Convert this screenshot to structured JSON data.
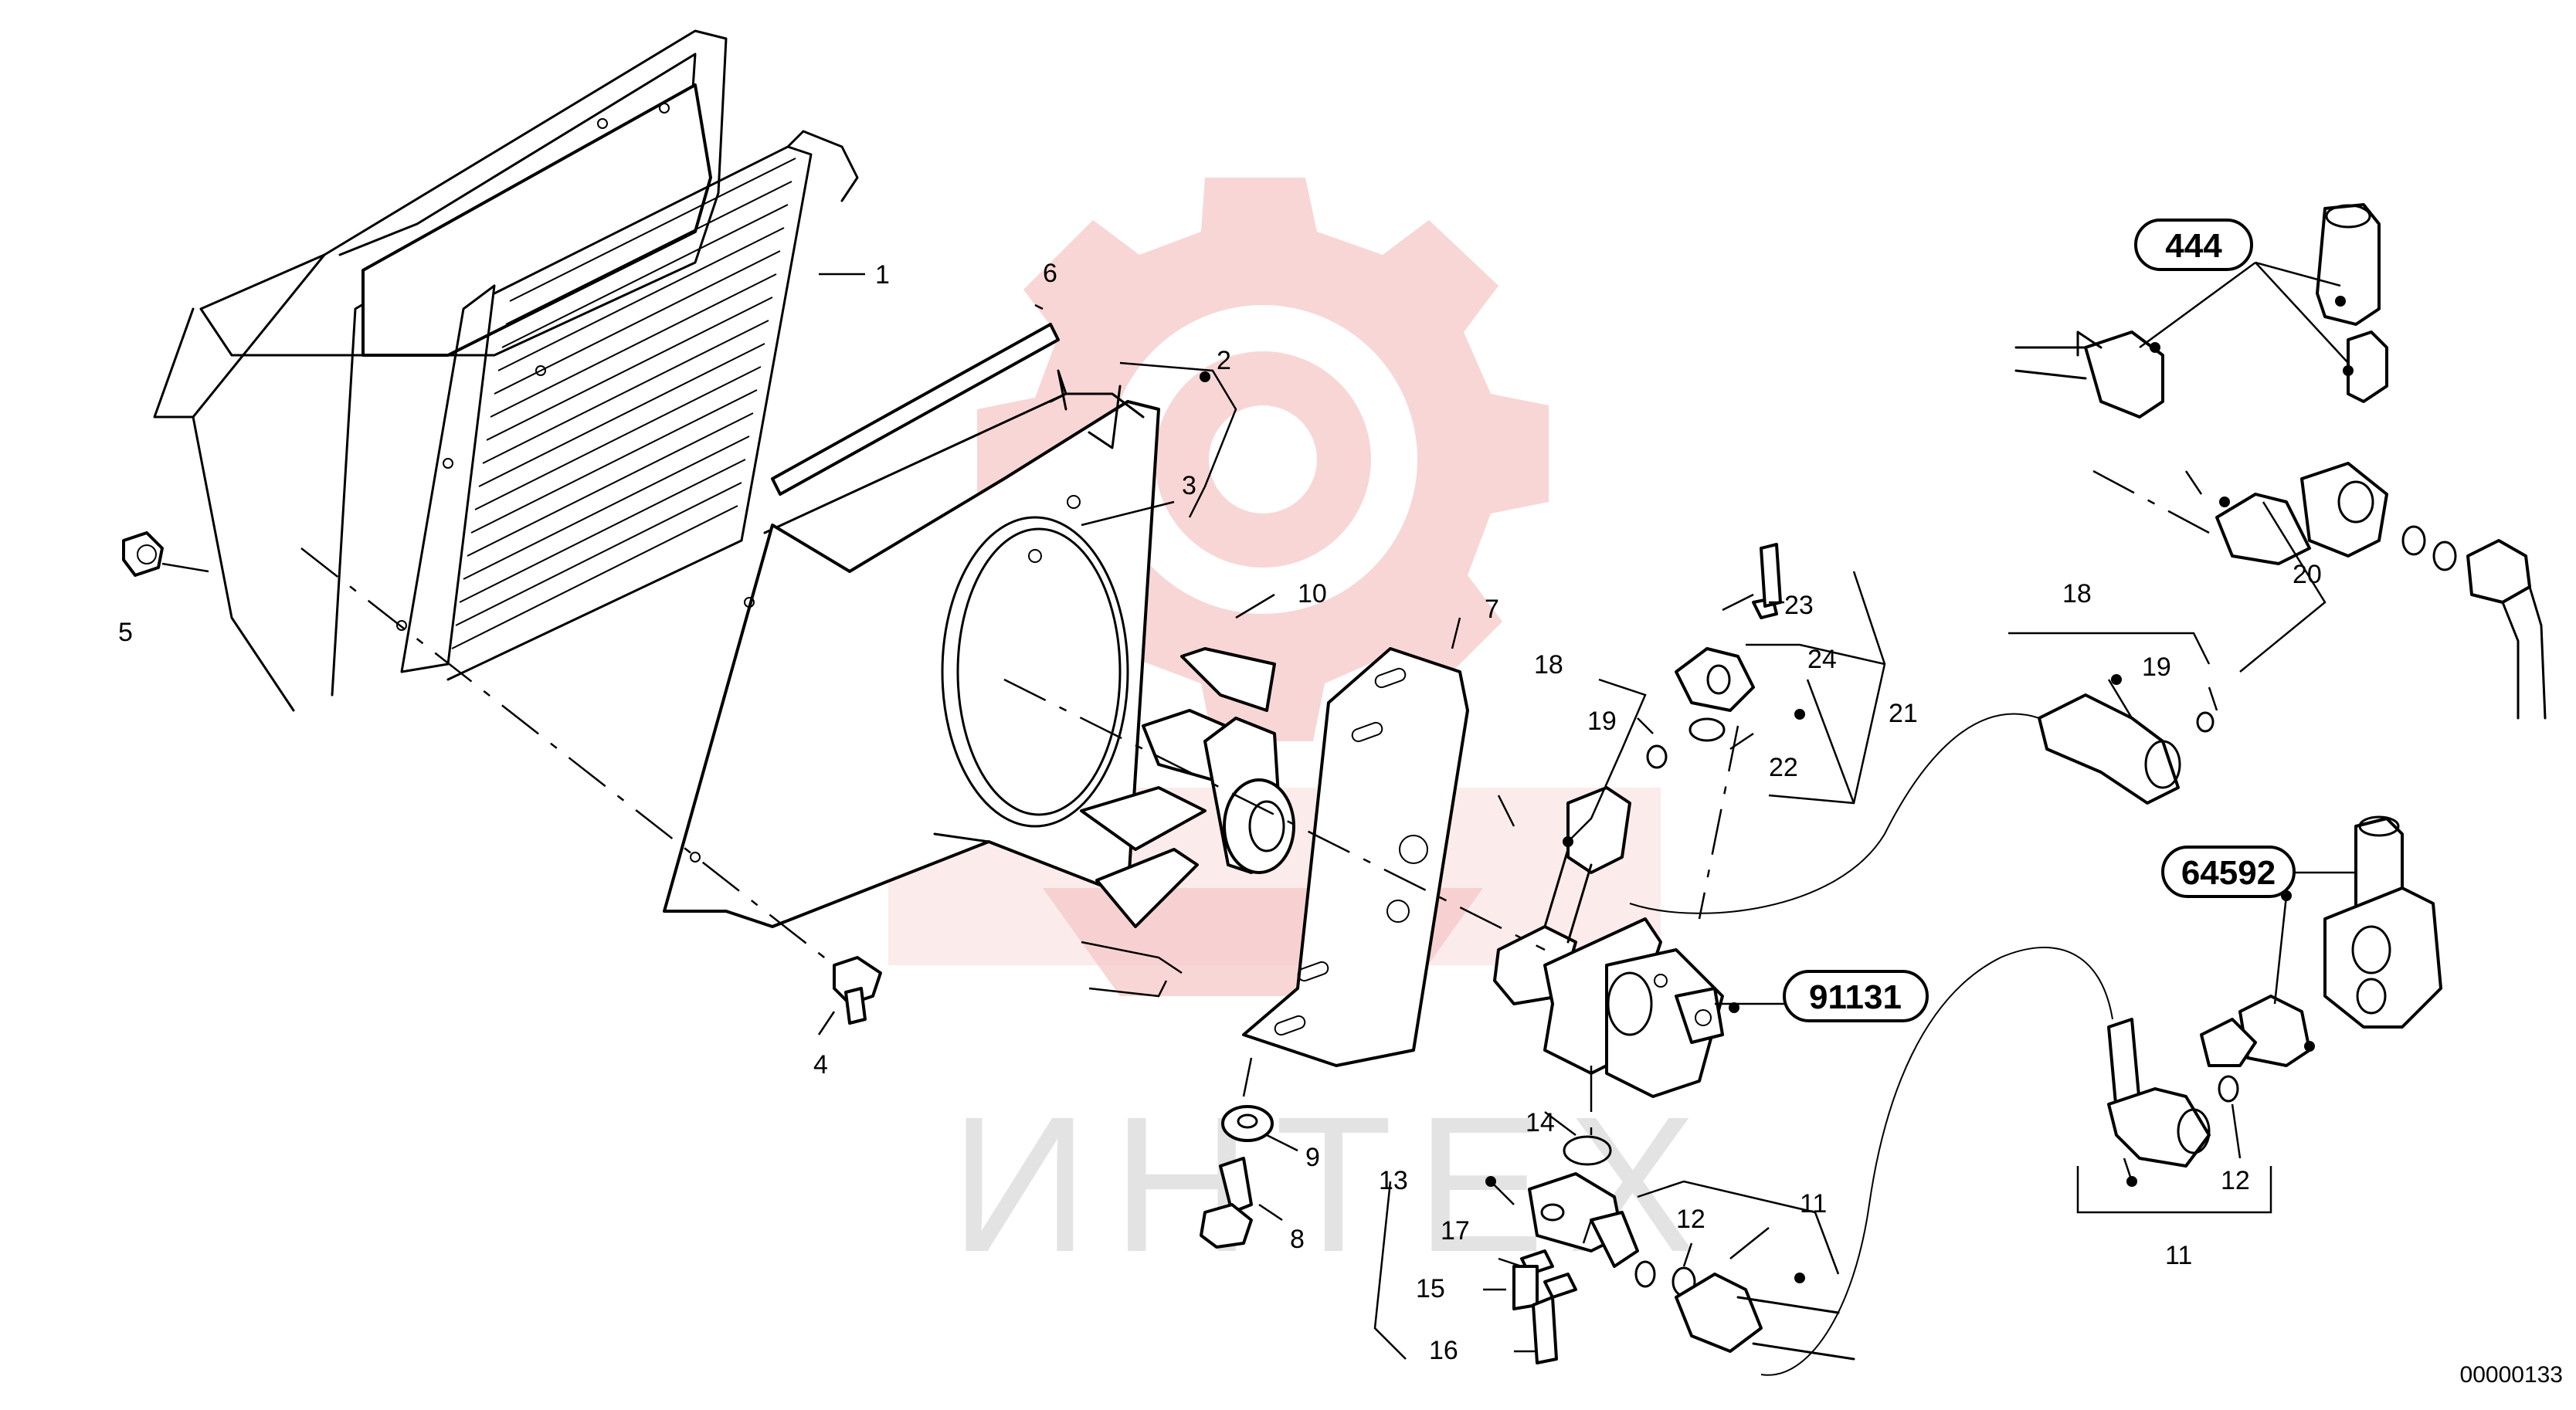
{
  "watermark": {
    "text": "ИНТЕХ",
    "gear_color": "#f6c8c8"
  },
  "drawing_number": "00000133",
  "callouts": [
    {
      "id": "c1",
      "label": "1"
    },
    {
      "id": "c2",
      "label": "2"
    },
    {
      "id": "c3",
      "label": "3"
    },
    {
      "id": "c4",
      "label": "4"
    },
    {
      "id": "c5",
      "label": "5"
    },
    {
      "id": "c6",
      "label": "6"
    },
    {
      "id": "c7",
      "label": "7"
    },
    {
      "id": "c8",
      "label": "8"
    },
    {
      "id": "c9",
      "label": "9"
    },
    {
      "id": "c10",
      "label": "10"
    },
    {
      "id": "c11a",
      "label": "11"
    },
    {
      "id": "c11b",
      "label": "11"
    },
    {
      "id": "c12a",
      "label": "12"
    },
    {
      "id": "c12b",
      "label": "12"
    },
    {
      "id": "c13",
      "label": "13"
    },
    {
      "id": "c14",
      "label": "14"
    },
    {
      "id": "c15",
      "label": "15"
    },
    {
      "id": "c16",
      "label": "16"
    },
    {
      "id": "c17",
      "label": "17"
    },
    {
      "id": "c18a",
      "label": "18"
    },
    {
      "id": "c18b",
      "label": "18"
    },
    {
      "id": "c19a",
      "label": "19"
    },
    {
      "id": "c19b",
      "label": "19"
    },
    {
      "id": "c20",
      "label": "20"
    },
    {
      "id": "c21",
      "label": "21"
    },
    {
      "id": "c22",
      "label": "22"
    },
    {
      "id": "c23",
      "label": "23"
    },
    {
      "id": "c24",
      "label": "24"
    }
  ],
  "references": [
    {
      "id": "r444",
      "label": "444"
    },
    {
      "id": "r64592",
      "label": "64592"
    },
    {
      "id": "r91131",
      "label": "91131"
    }
  ]
}
